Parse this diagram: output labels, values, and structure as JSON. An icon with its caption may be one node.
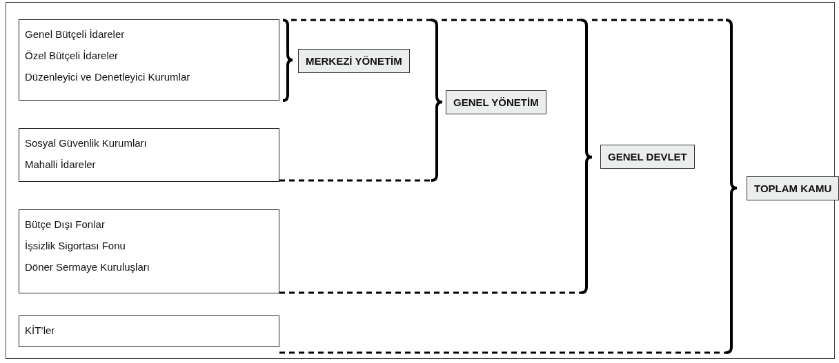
{
  "diagram": {
    "nodes": [
      {
        "text": [
          "Genel Bütçeli İdareler",
          "Özel Bütçeli İdareler",
          "Düzenleyici ve Denetleyici Kurumlar"
        ]
      },
      {
        "text": [
          "Sosyal Güvenlik Kurumları",
          "Mahalli İdareler"
        ]
      },
      {
        "text": [
          "Bütçe Dışı Fonlar",
          "İşsizlik Sigortası Fonu",
          "Döner Sermaye Kuruluşları"
        ]
      },
      {
        "text": [
          "KİT’ler"
        ]
      },
      {
        "text": [
          "MERKEZİ YÖNETİM"
        ]
      },
      {
        "text": [
          "GENEL YÖNETİM"
        ]
      },
      {
        "text": [
          "GENEL DEVLET"
        ]
      },
      {
        "text": [
          "TOPLAM KAMU"
        ]
      }
    ]
  }
}
